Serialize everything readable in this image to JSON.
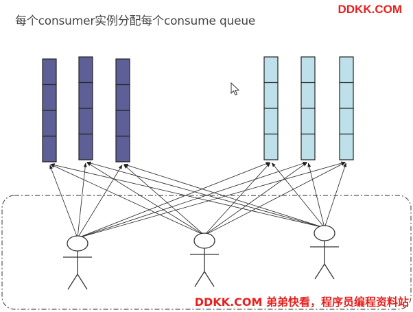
{
  "title": "每个consumer实例分配每个consume queue",
  "watermark_top": "DDKK.COM",
  "watermark_bottom": "DDKK.COM 弟弟快看，程序员编程资料站",
  "colors": {
    "queue_dark": "#5d5f96",
    "queue_light": "#bde0ea",
    "stroke": "#222222",
    "watermark": "#e8201d"
  },
  "queue_groups": [
    {
      "name": "dark",
      "queue_count": 3,
      "cells_per_queue": 4
    },
    {
      "name": "light",
      "queue_count": 3,
      "cells_per_queue": 4
    }
  ],
  "consumer_count": 3,
  "icons": [
    "stick-figure-icon",
    "cursor-arrow-icon"
  ]
}
